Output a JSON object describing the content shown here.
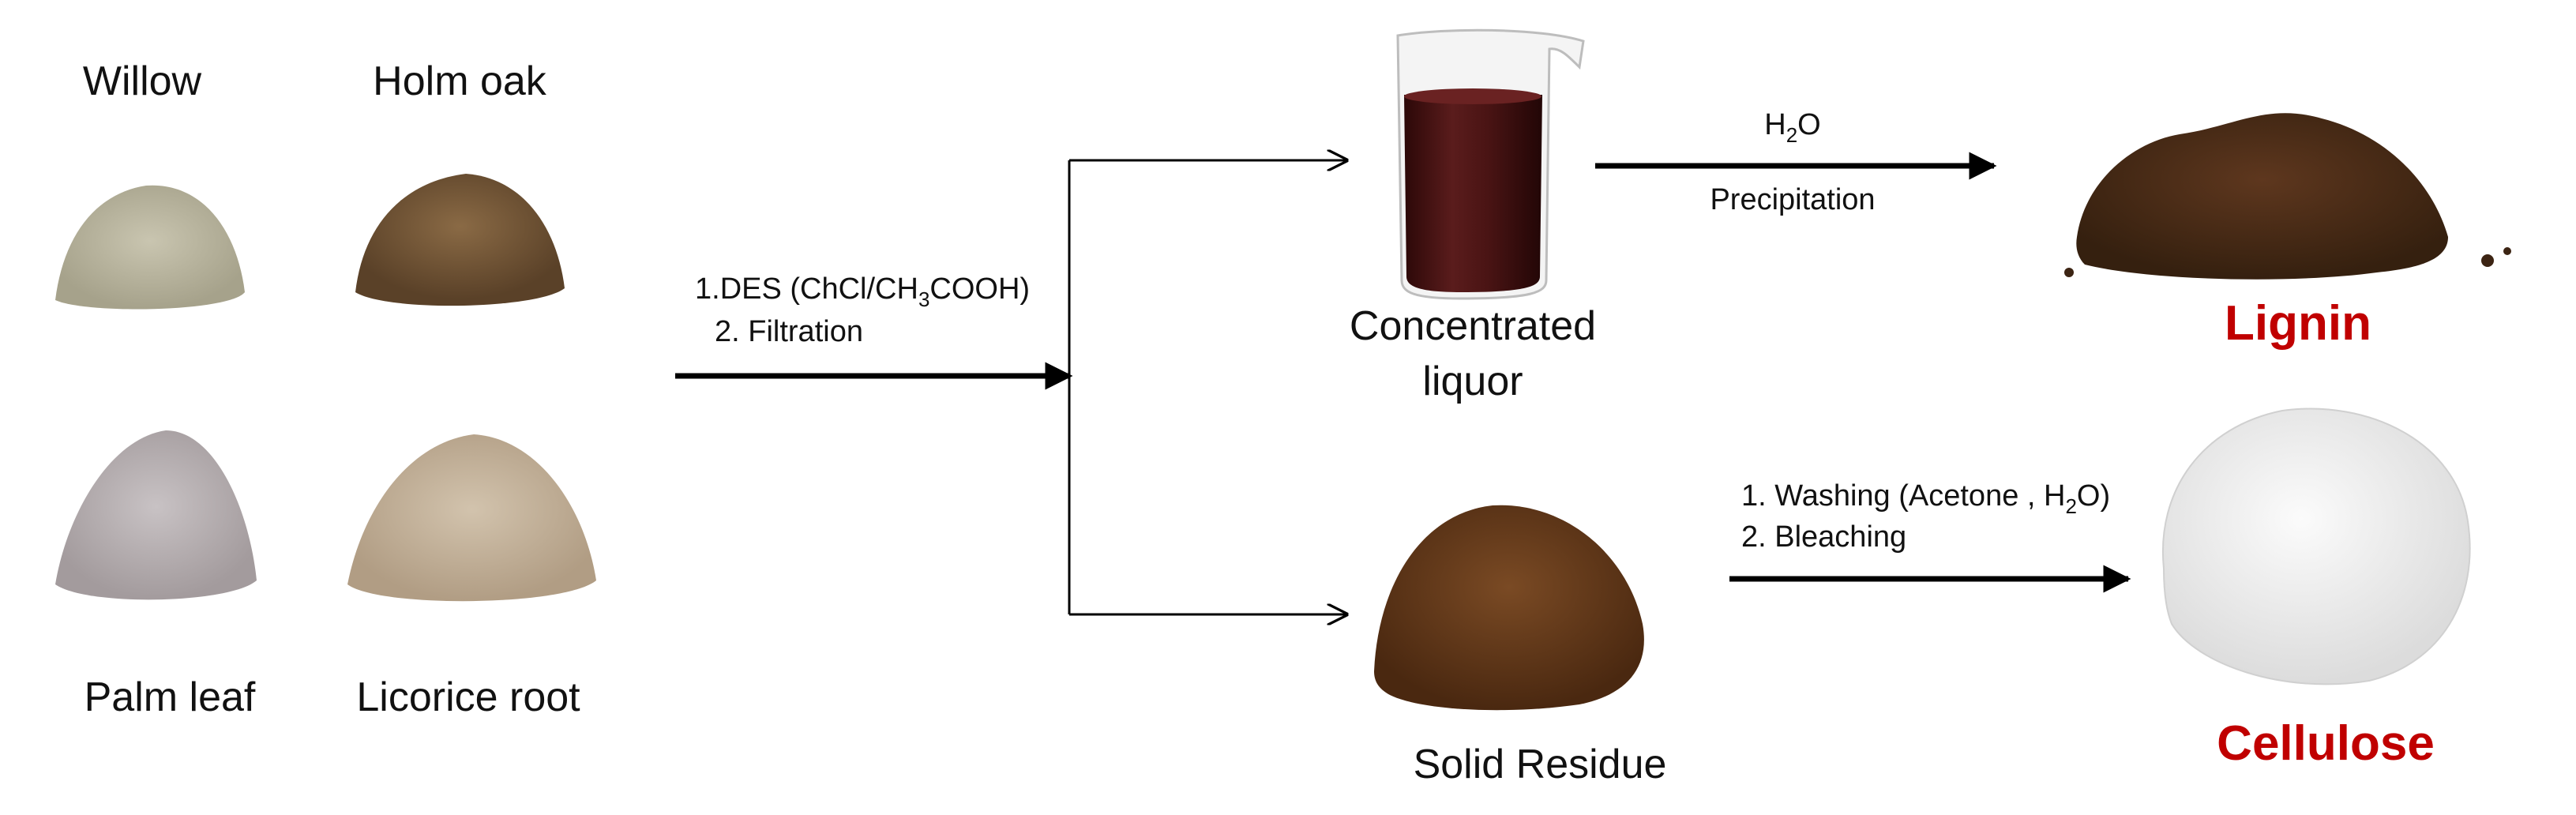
{
  "feedstocks": [
    {
      "label": "Willow",
      "color": "#b4b09a"
    },
    {
      "label": "Holm oak",
      "color": "#6e5232"
    },
    {
      "label": "Palm leaf",
      "color": "#b7b0b2"
    },
    {
      "label": "Licorice root",
      "color": "#c2b099"
    }
  ],
  "step1": {
    "line1_prefix": "1.DES (ChCl/CH",
    "line1_sub": "3",
    "line1_suffix": "COOH)",
    "line2": "2. Filtration"
  },
  "liquor": {
    "label_line1": "Concentrated",
    "label_line2": "liquor",
    "color": "#4a1414"
  },
  "residue": {
    "label": "Solid Residue",
    "color": "#5c3418"
  },
  "precipitation": {
    "top_prefix": "H",
    "top_sub": "2",
    "top_suffix": "O",
    "bottom": "Precipitation"
  },
  "washing": {
    "line1_prefix": "1. Washing (Acetone , H",
    "line1_sub": "2",
    "line1_suffix": "O)",
    "line2": "2. Bleaching"
  },
  "products": {
    "lignin": {
      "label": "Lignin",
      "color": "#4a2a16"
    },
    "cellulose": {
      "label": "Cellulose",
      "color": "#eeeeee"
    }
  }
}
